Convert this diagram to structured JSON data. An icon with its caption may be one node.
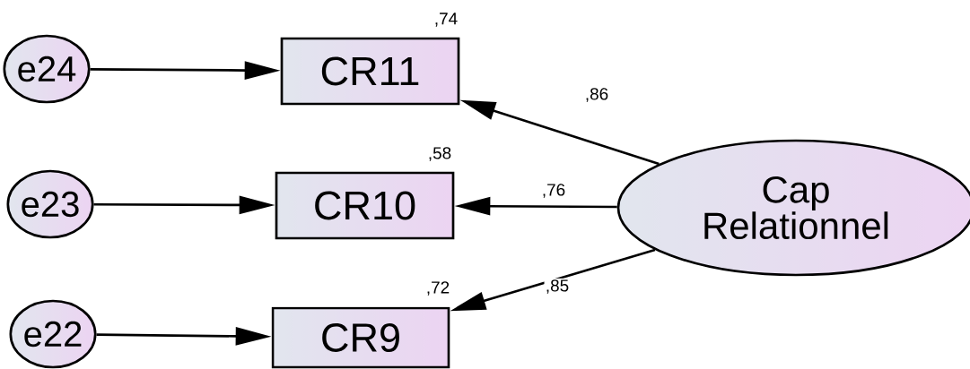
{
  "diagram": {
    "nodes": [
      {
        "text": [
          "e24"
        ]
      },
      {
        "text": [
          "CR11"
        ],
        "beside": [
          ",74"
        ]
      },
      {
        "text": [
          "e23"
        ]
      },
      {
        "text": [
          "CR10"
        ],
        "beside": [
          ",58"
        ]
      },
      {
        "text": [
          "e22"
        ]
      },
      {
        "text": [
          "CR9"
        ],
        "beside": [
          ",72"
        ]
      },
      {
        "text": [
          "Cap Relationnel"
        ]
      }
    ],
    "edges": [
      {
        "from": 0,
        "to": 1,
        "arrow": "to"
      },
      {
        "from": 2,
        "to": 3,
        "arrow": "to"
      },
      {
        "from": 4,
        "to": 5,
        "arrow": "to"
      },
      {
        "from": 6,
        "to": 1,
        "arrow": "to",
        "label": ",86"
      },
      {
        "from": 6,
        "to": 3,
        "arrow": "to",
        "label": ",76"
      },
      {
        "from": 6,
        "to": 5,
        "arrow": "to",
        "label": ",85"
      }
    ]
  }
}
